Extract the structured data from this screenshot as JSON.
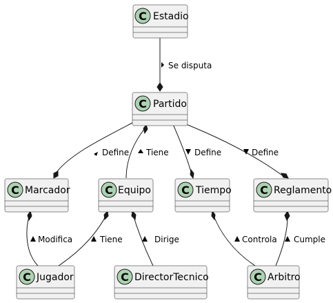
{
  "classes": {
    "estadio": "Estadio",
    "partido": "Partido",
    "marcador": "Marcador",
    "equipo": "Equipo",
    "tiempo": "Tiempo",
    "reglamento": "Reglamento",
    "jugador": "Jugador",
    "directortecnico": "DirectorTecnico",
    "arbitro": "Arbitro"
  },
  "stereotype_letter": "C",
  "relations": {
    "se_disputa": "Se disputa",
    "define_marcador": "Define",
    "tiene_equipo": "Tiene",
    "define_tiempo": "Define",
    "define_reglamento": "Define",
    "modifica": "Modifica",
    "tiene_jugador": "Tiene",
    "dirige": "Dirige",
    "controla": "Controla",
    "cumple": "Cumple"
  },
  "colors": {
    "stereotype_fill": "#add1b2",
    "box_fill": "#f1f1f1",
    "line": "#181818"
  }
}
